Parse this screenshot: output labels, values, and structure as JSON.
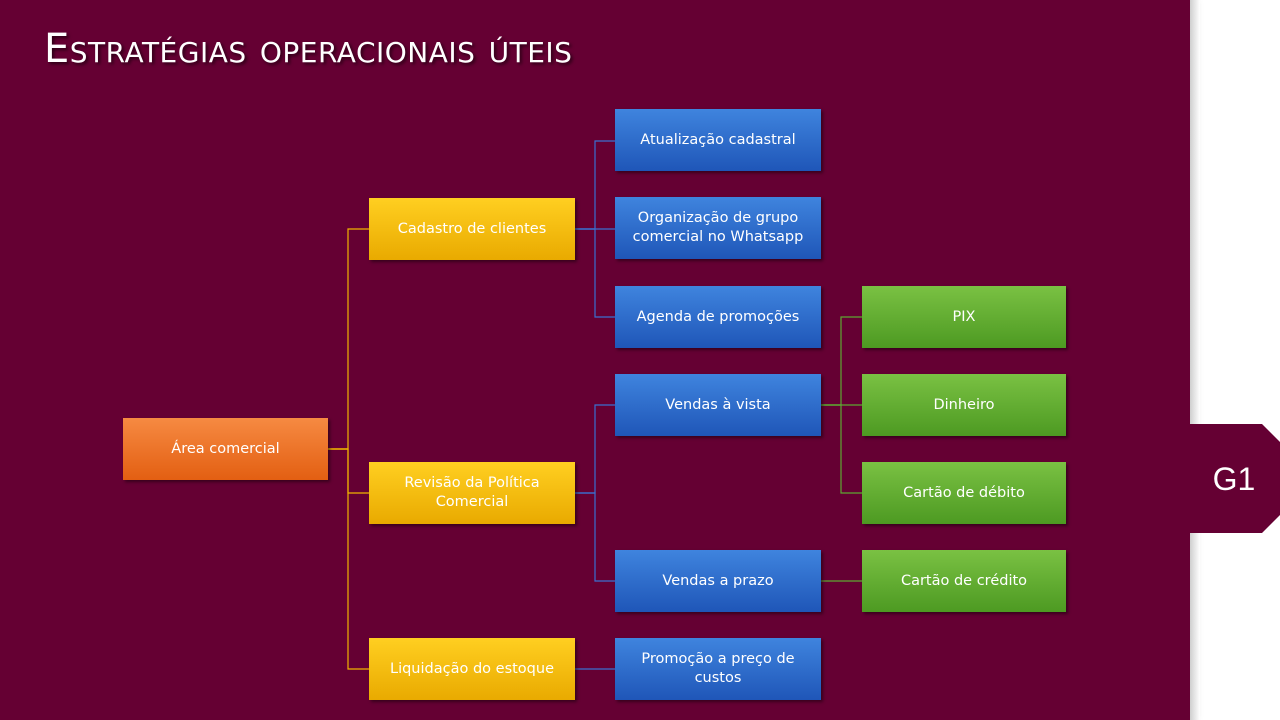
{
  "title": "Estratégias operacionais úteis",
  "tab_label": "G1",
  "colors": {
    "background": "#650033",
    "level1": "#ee6f22",
    "level2": "#f5bb0a",
    "level3": "#2f6cc9",
    "level4": "#62ad32"
  },
  "nodes": {
    "area_comercial": "Área comercial",
    "cadastro_clientes": "Cadastro de clientes",
    "revisao_politica": "Revisão da Política Comercial",
    "liquidacao_estoque": "Liquidação do estoque",
    "atualizacao_cadastral": "Atualização cadastral",
    "organizacao_grupo": "Organização de grupo comercial no Whatsapp",
    "agenda_promocoes": "Agenda de promoções",
    "vendas_vista": "Vendas à vista",
    "vendas_prazo": "Vendas a prazo",
    "promocao_custos": "Promoção a preço de custos",
    "pix": "PIX",
    "dinheiro": "Dinheiro",
    "cartao_debito": "Cartão de débito",
    "cartao_credito": "Cartão de crédito"
  }
}
